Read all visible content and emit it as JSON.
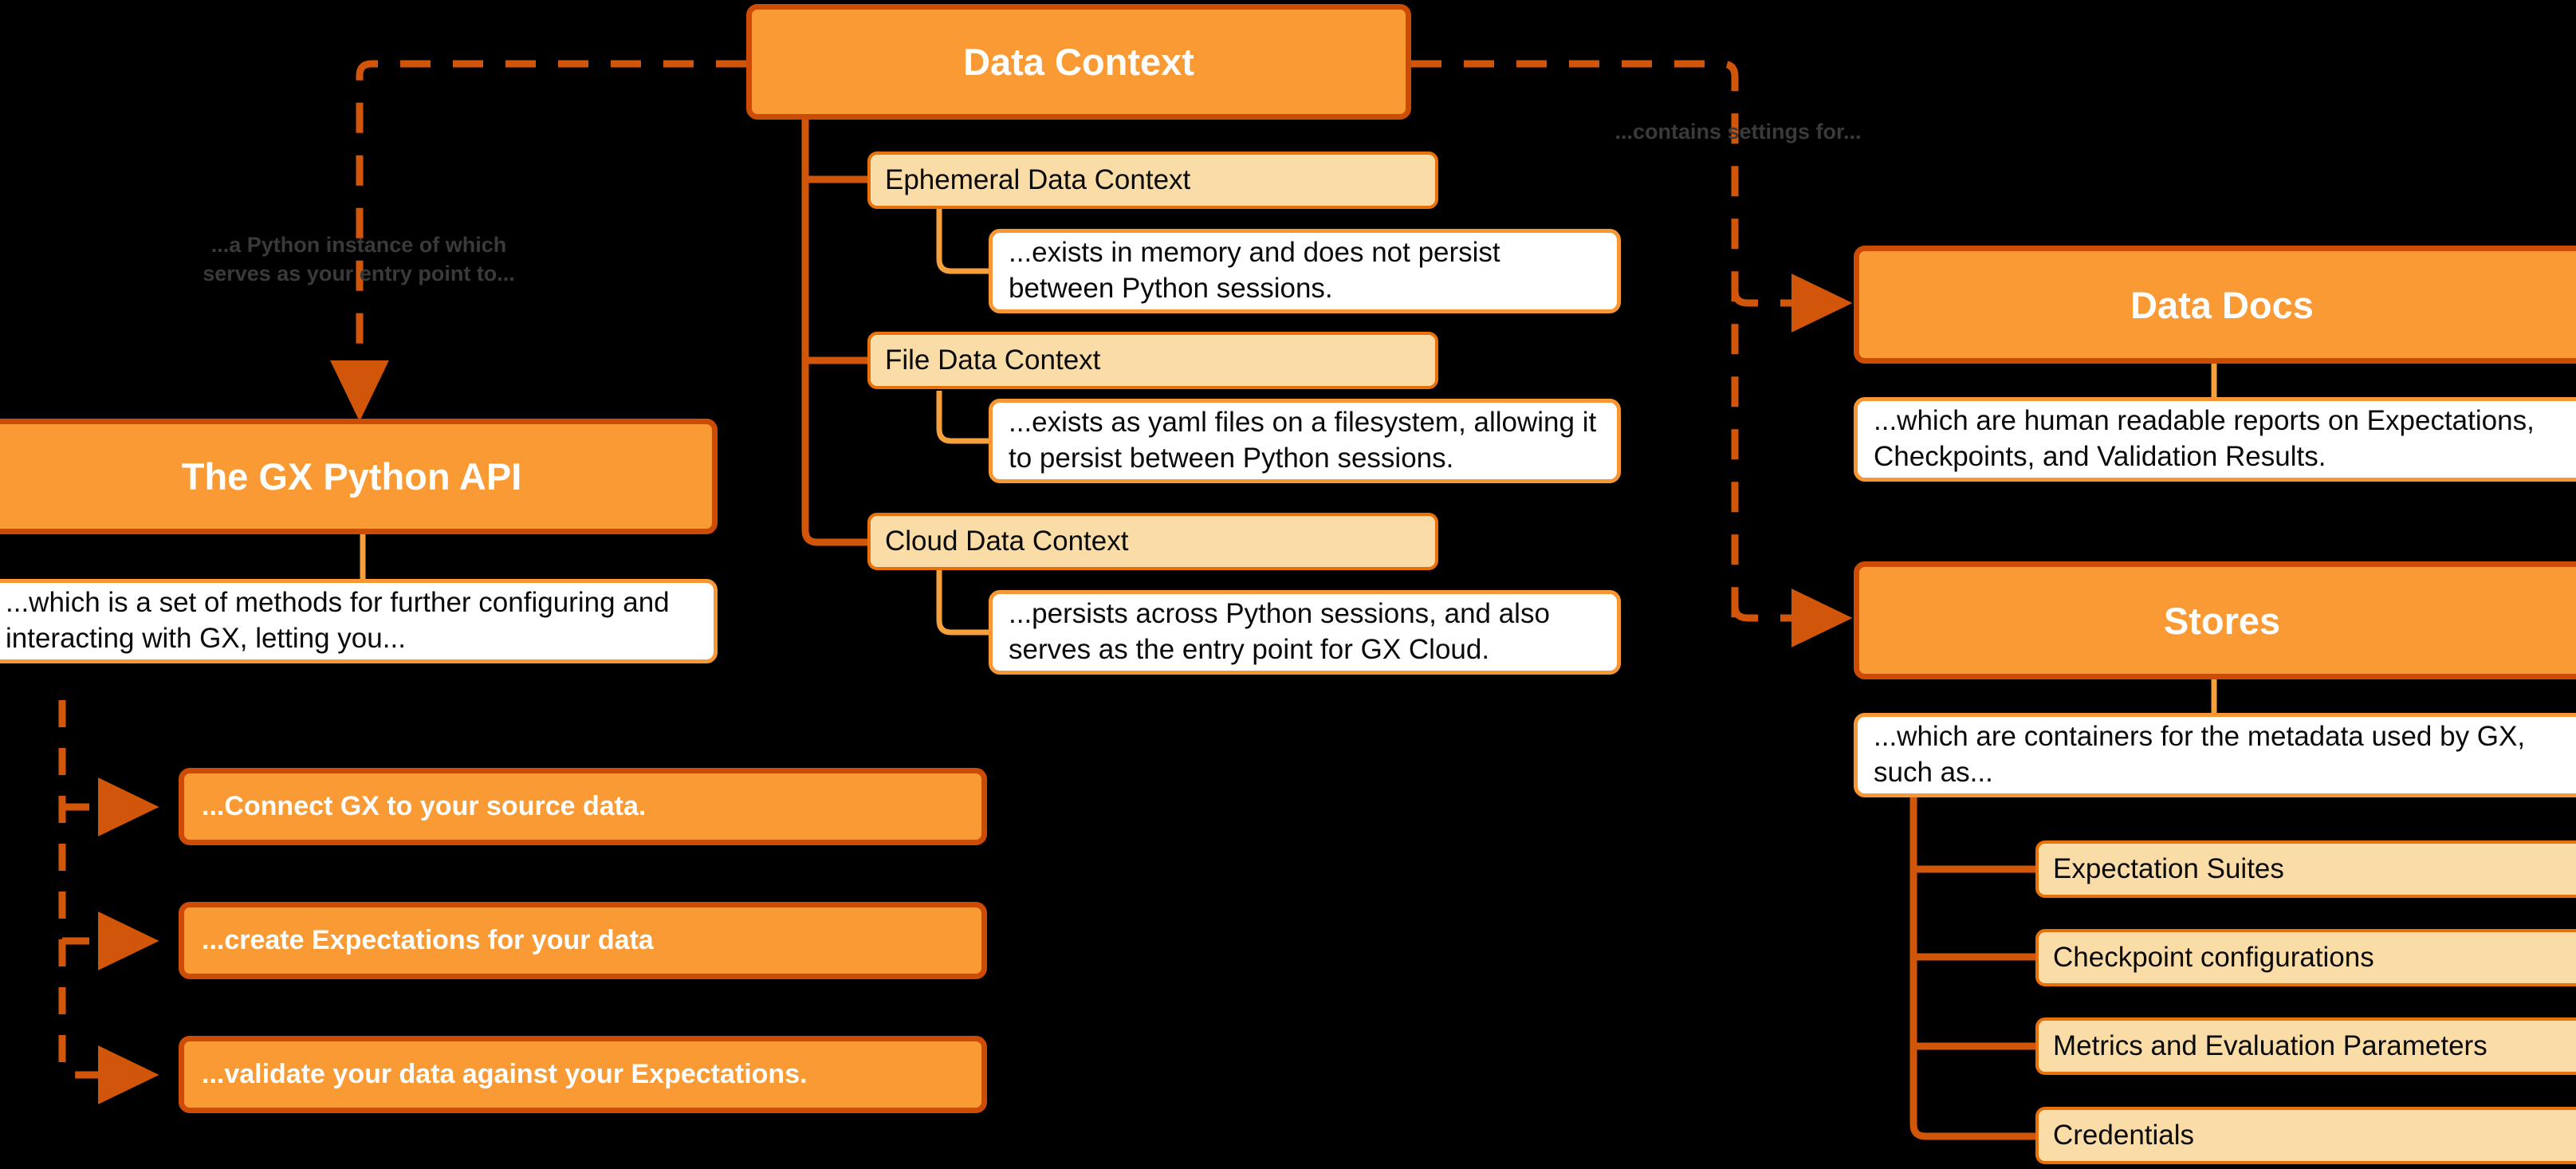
{
  "diagram": {
    "title": "Data Context",
    "colors": {
      "background": "#000000",
      "primary_fill": "#F99A34",
      "primary_border": "#CC4B05",
      "peach_fill": "#FADCA7",
      "peach_border": "#E8710A",
      "note_fill": "#FFFFFF",
      "note_border": "#F79733",
      "edge_solid": "#D2560A",
      "edge_light": "#F5A03C",
      "caption_text": "#3A3A3A"
    },
    "root": {
      "label": "Data Context"
    },
    "captions": {
      "to_python_api": "...a Python instance of which\nserves as your entry point to...",
      "contains_settings": "...contains settings for..."
    },
    "context_types": [
      {
        "label": "Ephemeral Data Context",
        "description": "...exists in memory and does not persist between Python sessions."
      },
      {
        "label": "File Data Context",
        "description": "...exists as yaml files on a filesystem, allowing it to persist between Python sessions."
      },
      {
        "label": "Cloud Data Context",
        "description": "...persists across Python sessions, and also serves as the entry point for GX Cloud."
      }
    ],
    "python_api": {
      "label": "The GX Python API",
      "description": "...which is a set of methods for further configuring and interacting with GX, letting you...",
      "actions": [
        "...Connect GX to your source data.",
        "...create Expectations for your data",
        "...validate your data against your Expectations."
      ]
    },
    "data_docs": {
      "label": "Data Docs",
      "description": "...which are human readable reports on Expectations, Checkpoints, and Validation Results."
    },
    "stores": {
      "label": "Stores",
      "description": "...which are containers for the metadata used by GX, such as...",
      "items": [
        "Expectation Suites",
        "Checkpoint configurations",
        "Metrics and Evaluation Parameters",
        "Credentials"
      ]
    }
  }
}
